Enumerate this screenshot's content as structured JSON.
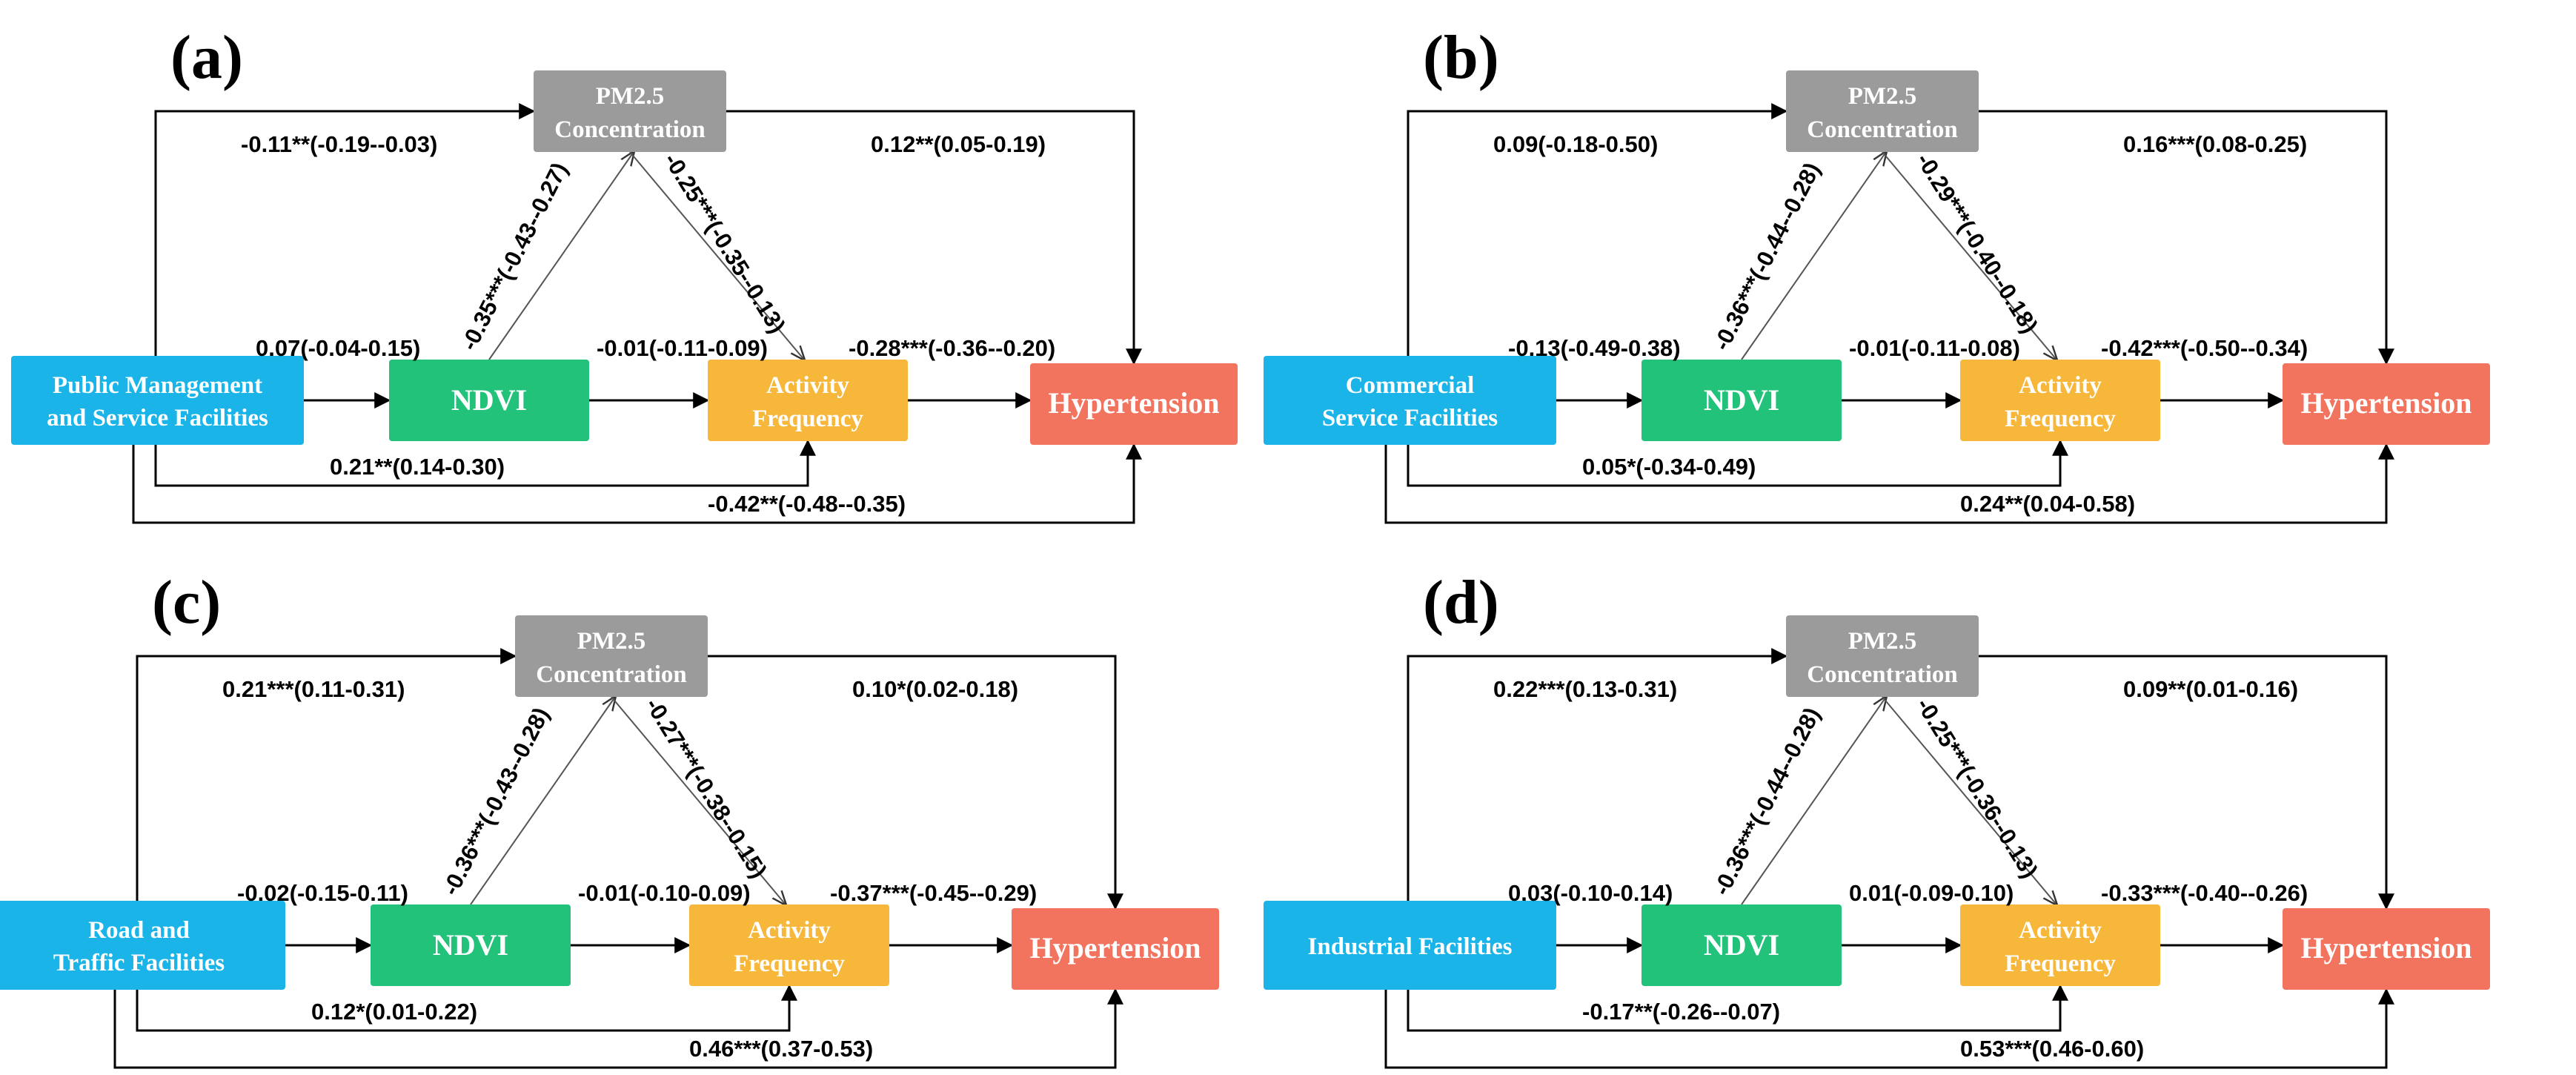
{
  "panels": [
    {
      "label": "(a)",
      "exposure": [
        "Public Management",
        "and Service Facilities"
      ],
      "pm": [
        "PM2.5",
        "Concentration"
      ],
      "ndvi": "NDVI",
      "activity": [
        "Activity",
        "Frequency"
      ],
      "outcome": "Hypertension",
      "paths": {
        "exp_pm": "-0.11**(-0.19--0.03)",
        "pm_out": "0.12**(0.05-0.19)",
        "ndvi_pm": "-0.35***(-0.43--0.27)",
        "pm_act": "-0.25***(-0.35--0.13)",
        "exp_ndvi": "0.07(-0.04-0.15)",
        "ndvi_act": "-0.01(-0.11-0.09)",
        "act_out": "-0.28***(-0.36--0.20)",
        "exp_act": "0.21**(0.14-0.30)",
        "exp_out": "-0.42**(-0.48--0.35)"
      }
    },
    {
      "label": "(b)",
      "exposure": [
        "Commercial",
        "Service Facilities"
      ],
      "pm": [
        "PM2.5",
        "Concentration"
      ],
      "ndvi": "NDVI",
      "activity": [
        "Activity",
        "Frequency"
      ],
      "outcome": "Hypertension",
      "paths": {
        "exp_pm": "0.09(-0.18-0.50)",
        "pm_out": "0.16***(0.08-0.25)",
        "ndvi_pm": "-0.36***(-0.44--0.28)",
        "pm_act": "-0.29***(-0.40--0.18)",
        "exp_ndvi": "-0.13(-0.49-0.38)",
        "ndvi_act": "-0.01(-0.11-0.08)",
        "act_out": "-0.42***(-0.50--0.34)",
        "exp_act": "0.05*(-0.34-0.49)",
        "exp_out": "0.24**(0.04-0.58)"
      }
    },
    {
      "label": "(c)",
      "exposure": [
        "Road and",
        "Traffic Facilities"
      ],
      "pm": [
        "PM2.5",
        "Concentration"
      ],
      "ndvi": "NDVI",
      "activity": [
        "Activity",
        "Frequency"
      ],
      "outcome": "Hypertension",
      "paths": {
        "exp_pm": "0.21***(0.11-0.31)",
        "pm_out": "0.10*(0.02-0.18)",
        "ndvi_pm": "-0.36***(-0.43--0.28)",
        "pm_act": "-0.27***(-0.38--0.15)",
        "exp_ndvi": "-0.02(-0.15-0.11)",
        "ndvi_act": "-0.01(-0.10-0.09)",
        "act_out": "-0.37***(-0.45--0.29)",
        "exp_act": "0.12*(0.01-0.22)",
        "exp_out": "0.46***(0.37-0.53)"
      }
    },
    {
      "label": "(d)",
      "exposure": [
        "Industrial Facilities"
      ],
      "pm": [
        "PM2.5",
        "Concentration"
      ],
      "ndvi": "NDVI",
      "activity": [
        "Activity",
        "Frequency"
      ],
      "outcome": "Hypertension",
      "paths": {
        "exp_pm": "0.22***(0.13-0.31)",
        "pm_out": "0.09**(0.01-0.16)",
        "ndvi_pm": "-0.36***(-0.44--0.28)",
        "pm_act": "-0.25***(-0.36--0.13)",
        "exp_ndvi": "0.03(-0.10-0.14)",
        "ndvi_act": "0.01(-0.09-0.10)",
        "act_out": "-0.33***(-0.40--0.26)",
        "exp_act": "-0.17**(-0.26--0.07)",
        "exp_out": "0.53***(0.46-0.60)"
      }
    }
  ],
  "colors": {
    "exposure": "#1ab4e8",
    "pm": "#9b9b9b",
    "ndvi": "#23c27a",
    "activity": "#f6b73a",
    "outcome": "#f2735e"
  }
}
